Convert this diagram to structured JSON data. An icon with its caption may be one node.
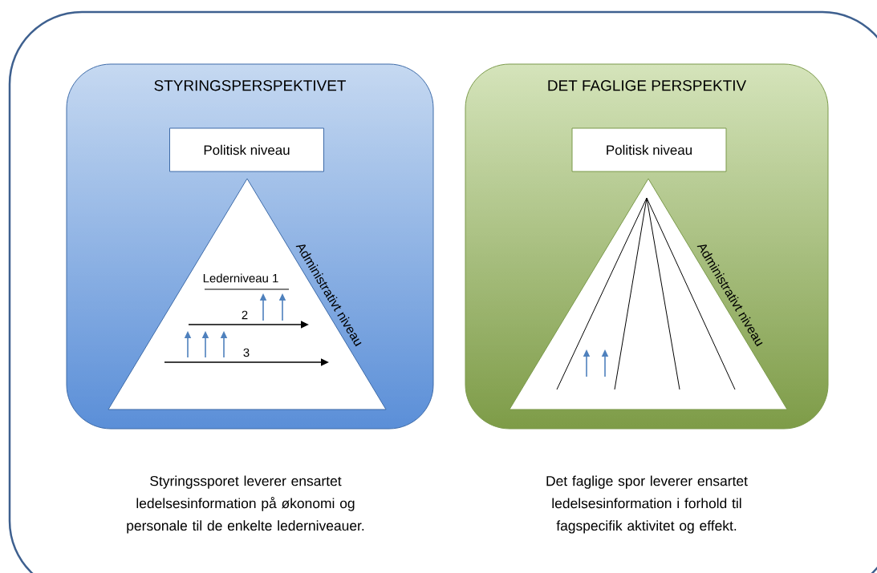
{
  "diagram": {
    "nodes": [
      {
        "text": [
          "STYRINGSPERSPEKTIVET"
        ]
      },
      {
        "text": [
          "Politisk niveau"
        ],
        "in": 0
      },
      {
        "text": [
          "Administrativt niveau"
        ],
        "in": 0
      },
      {
        "text": [
          "DET FAGLIGE PERSPEKTIV"
        ]
      },
      {
        "text": [
          "Politisk niveau"
        ],
        "in": 3
      },
      {
        "text": [
          "Administrativt niveau"
        ],
        "in": 3
      }
    ],
    "labels": [
      "Lederniveau 1",
      "2",
      "3",
      "Styringssporet leverer ensartet ledelsesinformation på økonomi og personale til de enkelte lederniveauer.",
      "Det faglige spor leverer ensartet ledelsesinformation i forhold til fagspecifik aktivitet og effekt."
    ]
  }
}
